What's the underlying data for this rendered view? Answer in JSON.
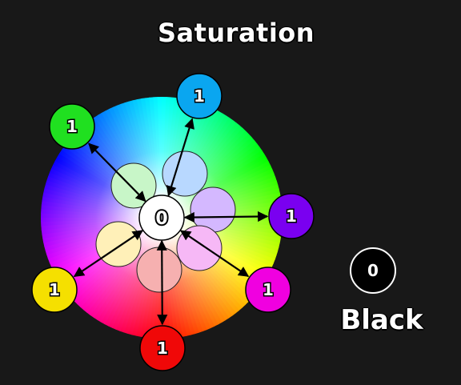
{
  "title": "Saturation",
  "black_label": "Black",
  "center_node": {
    "label": "0",
    "color": "#ffffff"
  },
  "black_node": {
    "label": "0",
    "color": "#000000"
  },
  "outer_nodes": [
    {
      "id": "cyan",
      "label": "1",
      "color": "#0aa6f0"
    },
    {
      "id": "violet",
      "label": "1",
      "color": "#7a00f0"
    },
    {
      "id": "magenta",
      "label": "1",
      "color": "#f000e0"
    },
    {
      "id": "red",
      "label": "1",
      "color": "#f00808"
    },
    {
      "id": "yellow",
      "label": "1",
      "color": "#f5e000"
    },
    {
      "id": "green",
      "label": "1",
      "color": "#20e020"
    }
  ],
  "inner_tints": [
    {
      "id": "blue-tint",
      "color": "#b8d8ff"
    },
    {
      "id": "violet-tint",
      "color": "#d4b8ff"
    },
    {
      "id": "magenta-tint",
      "color": "#f6b8f6"
    },
    {
      "id": "red-tint",
      "color": "#f6b0b0"
    },
    {
      "id": "yellow-tint",
      "color": "#fff0b8"
    },
    {
      "id": "green-tint",
      "color": "#c8f6c8"
    }
  ]
}
